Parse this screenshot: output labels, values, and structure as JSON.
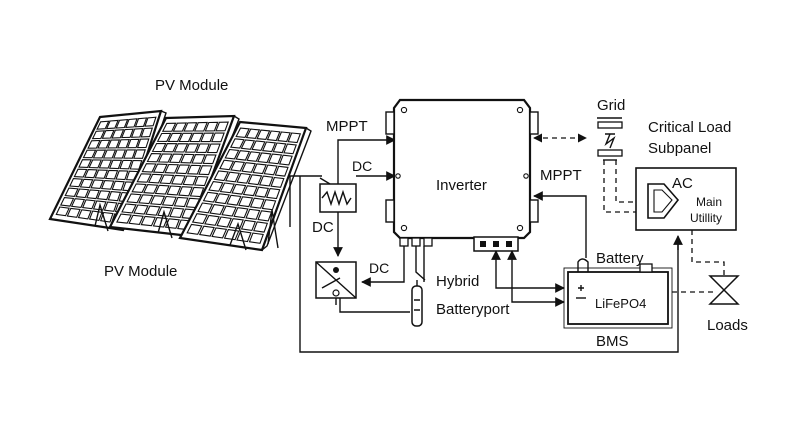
{
  "labels": {
    "pv_module_top": "PV Module",
    "pv_module_bottom": "PV Module",
    "mppt_left": "MPPT",
    "mppt_right": "MPPT",
    "dc_top": "DC",
    "dc_left": "DC",
    "dc_bottom": "DC",
    "inverter": "Inverter",
    "hybrid": "Hybrid",
    "battery_port": "Batteryport",
    "grid": "Grid",
    "critical_load_line1": "Critical Load",
    "critical_load_line2": "Subpanel",
    "ac": "AC",
    "main": "Main",
    "utility": "Utillity",
    "battery": "Battery",
    "lifepo4": "LiFePO4",
    "bms": "BMS",
    "loads": "Loads"
  }
}
